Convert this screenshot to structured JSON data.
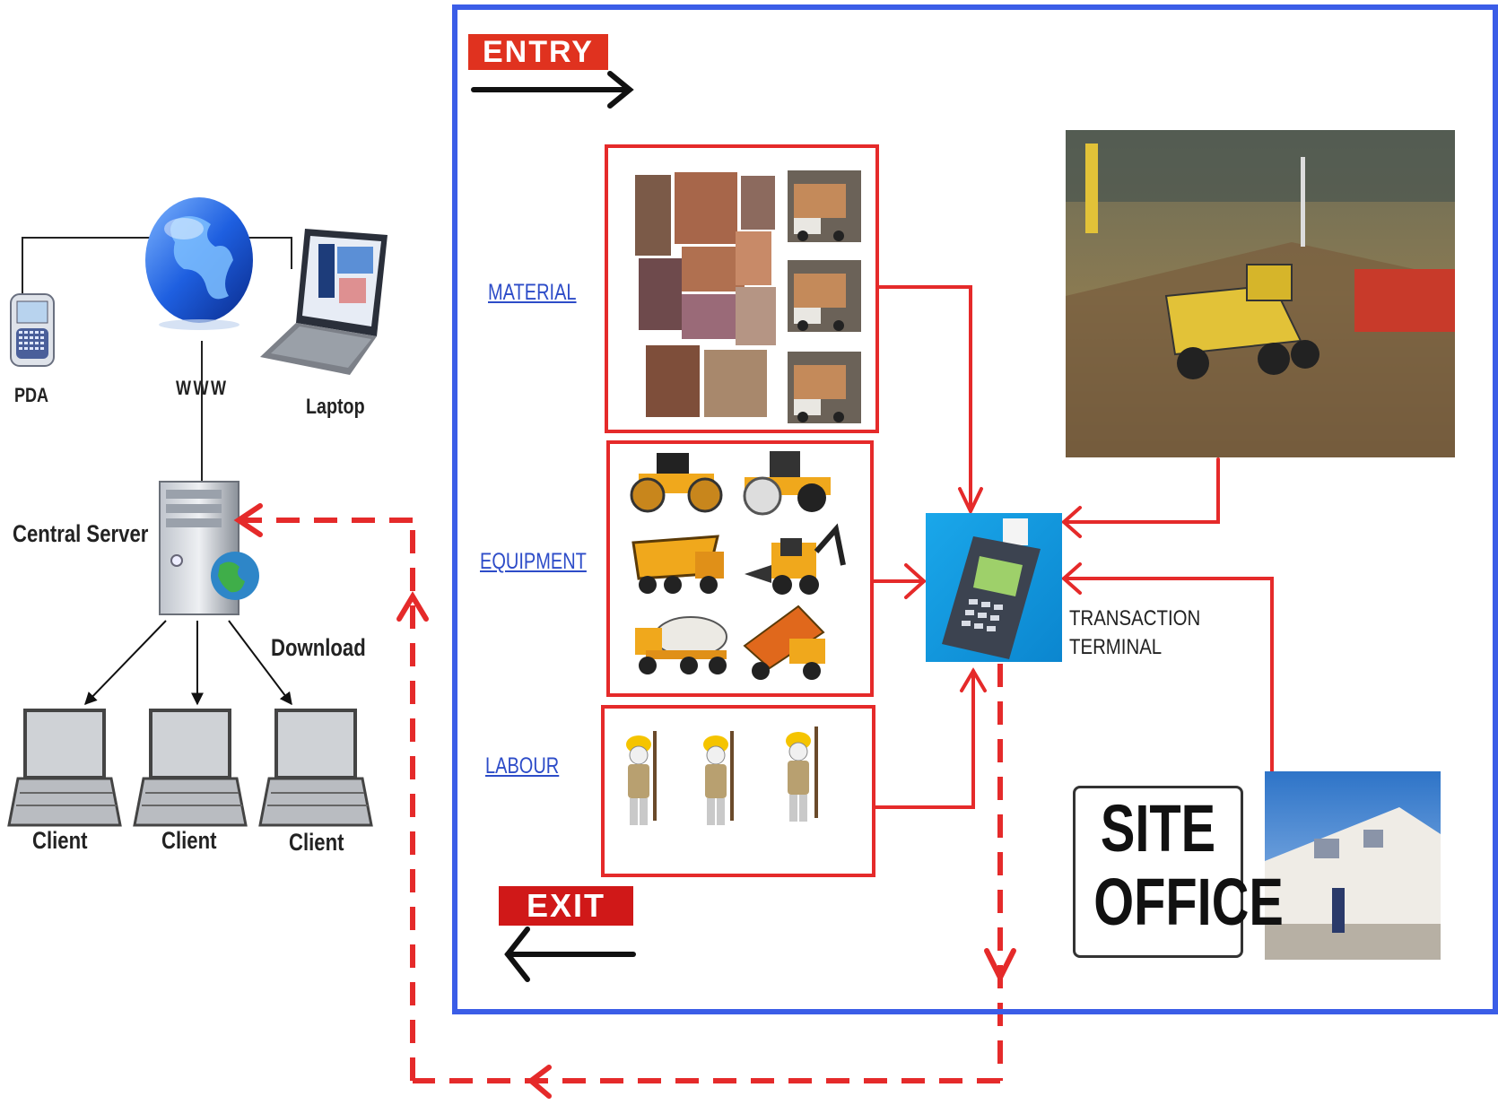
{
  "left_network": {
    "pda_label": "PDA",
    "www_label": "WWW",
    "laptop_label": "Laptop",
    "server_label": "Central Server",
    "download_label": "Download",
    "client_labels": [
      "Client",
      "Client",
      "Client"
    ]
  },
  "site": {
    "entry_label": "ENTRY",
    "exit_label": "EXIT",
    "material_label": "MATERIAL",
    "equipment_label": "EQUIPMENT",
    "labour_label": "LABOUR",
    "terminal_line1": "TRANSACTION",
    "terminal_line2": "TERMINAL",
    "site_office_line1": "SITE",
    "site_office_line2": "OFFICE"
  },
  "colors": {
    "site_border": "#3b5de7",
    "flow_red": "#e52a2a",
    "badge_red": "#e0321f",
    "badge_exit": "#d01818"
  }
}
